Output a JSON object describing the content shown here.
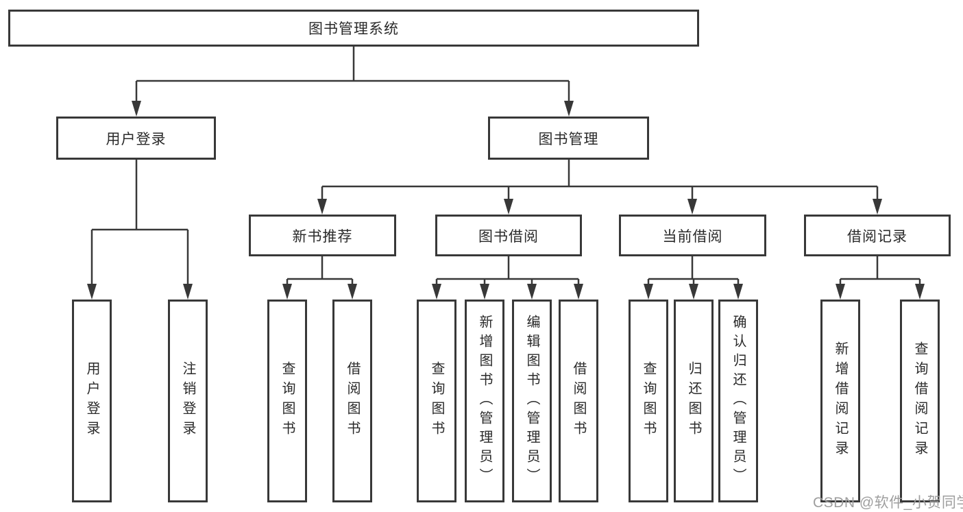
{
  "diagram_title": "图书管理系统",
  "colors": {
    "line": "#383838",
    "border": "#383838",
    "text": "#2a2a2a",
    "watermark": "#9e9e9e",
    "background": "#ffffff"
  },
  "tree": {
    "root": {
      "label": "图书管理系统"
    },
    "branches": [
      {
        "label": "用户登录",
        "children": [
          {
            "label": "用户登录"
          },
          {
            "label": "注销登录"
          }
        ]
      },
      {
        "label": "图书管理",
        "groups": [
          {
            "label": "新书推荐",
            "children": [
              {
                "label": "查询图书"
              },
              {
                "label": "借阅图书"
              }
            ]
          },
          {
            "label": "图书借阅",
            "children": [
              {
                "label": "查询图书"
              },
              {
                "label": "新增图书（管理员）"
              },
              {
                "label": "编辑图书（管理员）"
              },
              {
                "label": "借阅图书"
              }
            ]
          },
          {
            "label": "当前借阅",
            "children": [
              {
                "label": "查询图书"
              },
              {
                "label": "归还图书"
              },
              {
                "label": "确认归还（管理员）"
              }
            ]
          },
          {
            "label": "借阅记录",
            "children": [
              {
                "label": "新增借阅记录"
              },
              {
                "label": "查询借阅记录"
              }
            ]
          }
        ]
      }
    ]
  },
  "watermark": "CSDN @软件_小贺同学"
}
